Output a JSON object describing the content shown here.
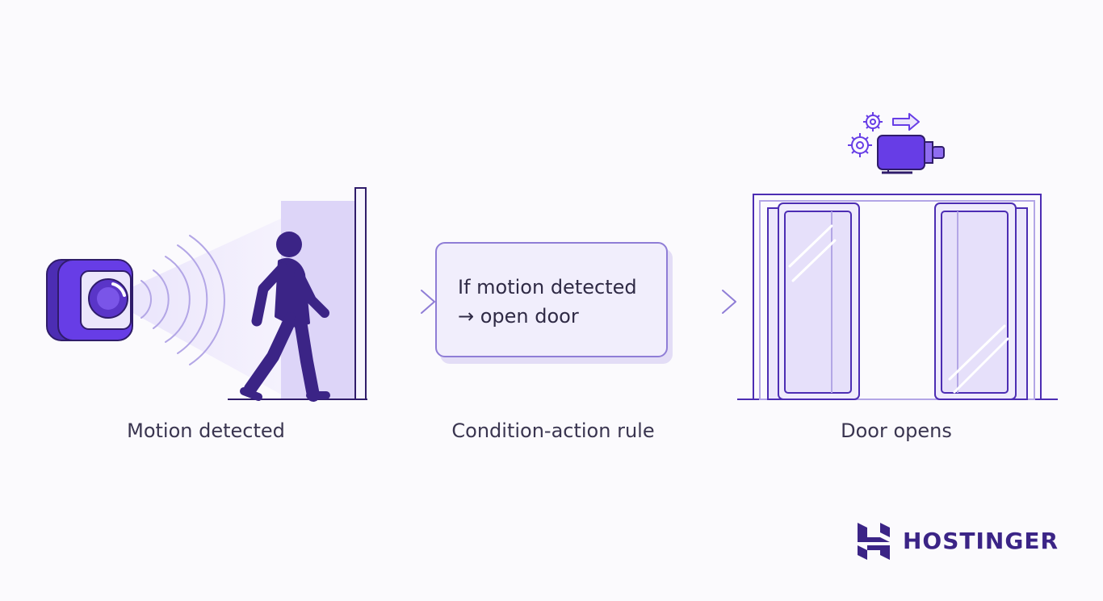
{
  "steps": [
    {
      "caption": "Motion detected"
    },
    {
      "caption": "Condition-action rule"
    },
    {
      "caption": "Door opens"
    }
  ],
  "rule": {
    "line1": "If motion detected",
    "line2": "→ open door"
  },
  "logo": {
    "text": "HOSTINGER"
  },
  "colors": {
    "accent": "#673de6",
    "dark": "#2f1c6a",
    "light_fill": "#ebe6fb",
    "outline": "#8f7dd6",
    "text": "#3a3550"
  },
  "icons": [
    "motion-sensor-icon",
    "sensor-waves-icon",
    "walking-person-icon",
    "arrow-right-icon",
    "gear-icon",
    "motor-icon",
    "sliding-door-icon"
  ]
}
